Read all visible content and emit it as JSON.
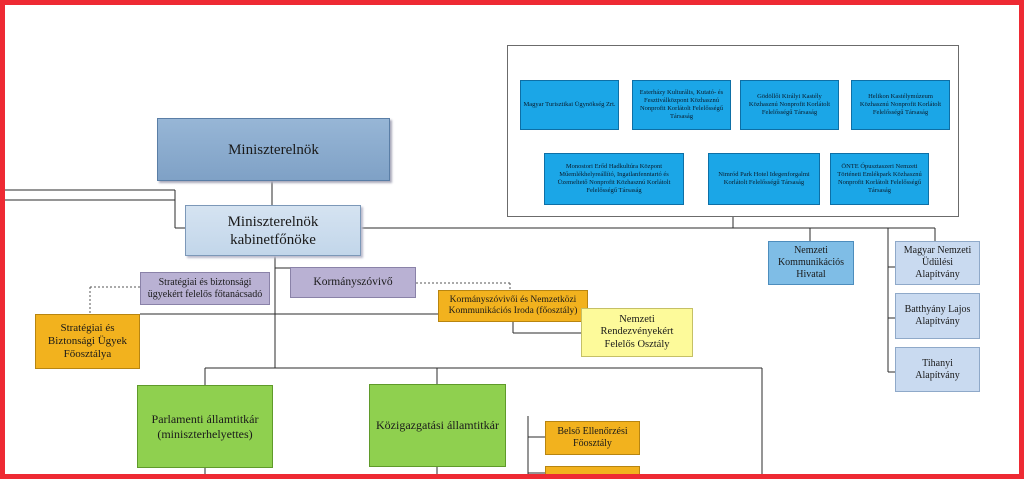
{
  "nodes": {
    "miniszterelnok": "Miniszterelnök",
    "kabinetfonok_line1": "Miniszterelnök",
    "kabinetfonok_line2": "kabinetfőnöke",
    "strategiai_fotanacsado": "Stratégiai és biztonsági ügyekért felelős főtanácsadó",
    "kormanyszovivo": "Kormányszóvivő",
    "strategiai_fooszt": "Stratégiai és Biztonsági Ügyek Főosztálya",
    "kommunikacios_iroda": "Kormányszóvivői és Nemzetközi Kommunikációs Iroda (főosztály)",
    "rendezvenyek": "Nemzeti Rendezvényekért Felelős Osztály",
    "parlamenti": "Parlamenti államtitkár (miniszterhelyettes)",
    "kozigazgatasi": "Közigazgatási államtitkár",
    "belso_ellenorzesi": "Belső Ellenőrzési Főosztály",
    "nemzeti_kommunikacios": "Nemzeti Kommunikációs Hivatal",
    "udulesi": "Magyar Nemzeti Üdülési Alapítvány",
    "batthyany": "Batthyány Lajos Alapítvány",
    "tihanyi": "Tihanyi Alapítvány"
  },
  "companies": [
    "Magyar Turisztikai Ügynökség Zrt.",
    "Esterházy Kulturális, Kutató- és Fesztiválközpont Közhasznú Nonprofit Korlátolt Felelősségű Társaság",
    "Gödöllői Királyi Kastély Közhasznú Nonprofit Korlátolt Felelősségű Társaság",
    "Helikon Kastélymúzeum Közhasznú Nonprofit Korlátolt Felelősségű Társaság",
    "Monostori Erőd Hadkultúra Központ Műemlékhelyreállító, Ingatlanfenntartó és Üzemeltető Nonprofit Közhasznú Korlátolt Felelősségű Társaság",
    "Nimród Park Hotel Idegenforgalmi Korlátolt Felelősségű Társaság",
    "ÖNTE Ópusztaszeri Nemzeti Történeti Emlékpark Közhasznú Nonprofit Korlátolt Felelősségű Társaság"
  ],
  "colors": {
    "frame": "#ee2a33",
    "minister": "#8eaed2",
    "cabinet": "#c8dbee",
    "purple": "#b9b1d3",
    "orange": "#f2b21e",
    "yellow": "#fdfa9a",
    "green": "#8fd04f",
    "cyan": "#1ba6e7"
  }
}
